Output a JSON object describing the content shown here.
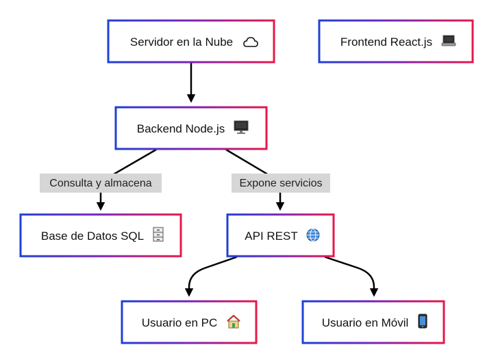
{
  "nodes": {
    "cloud_server": {
      "label": "Servidor en la Nube",
      "icon": "cloud-icon"
    },
    "frontend": {
      "label": "Frontend React.js",
      "icon": "laptop-icon"
    },
    "backend": {
      "label": "Backend Node.js",
      "icon": "desktop-computer-icon"
    },
    "database": {
      "label": "Base de Datos SQL",
      "icon": "file-cabinet-icon"
    },
    "api": {
      "label": "API REST",
      "icon": "globe-icon"
    },
    "user_pc": {
      "label": "Usuario en PC",
      "icon": "house-icon"
    },
    "user_mobile": {
      "label": "Usuario en Móvil",
      "icon": "mobile-phone-icon"
    }
  },
  "edges": {
    "backend_database": {
      "label": "Consulta y almacena"
    },
    "backend_api": {
      "label": "Expone servicios"
    }
  },
  "colors": {
    "border_start": "#1f3fd6",
    "border_mid": "#7a22b8",
    "border_end": "#e8174a",
    "edge": "#000000",
    "label_bg": "#d6d6d6"
  }
}
